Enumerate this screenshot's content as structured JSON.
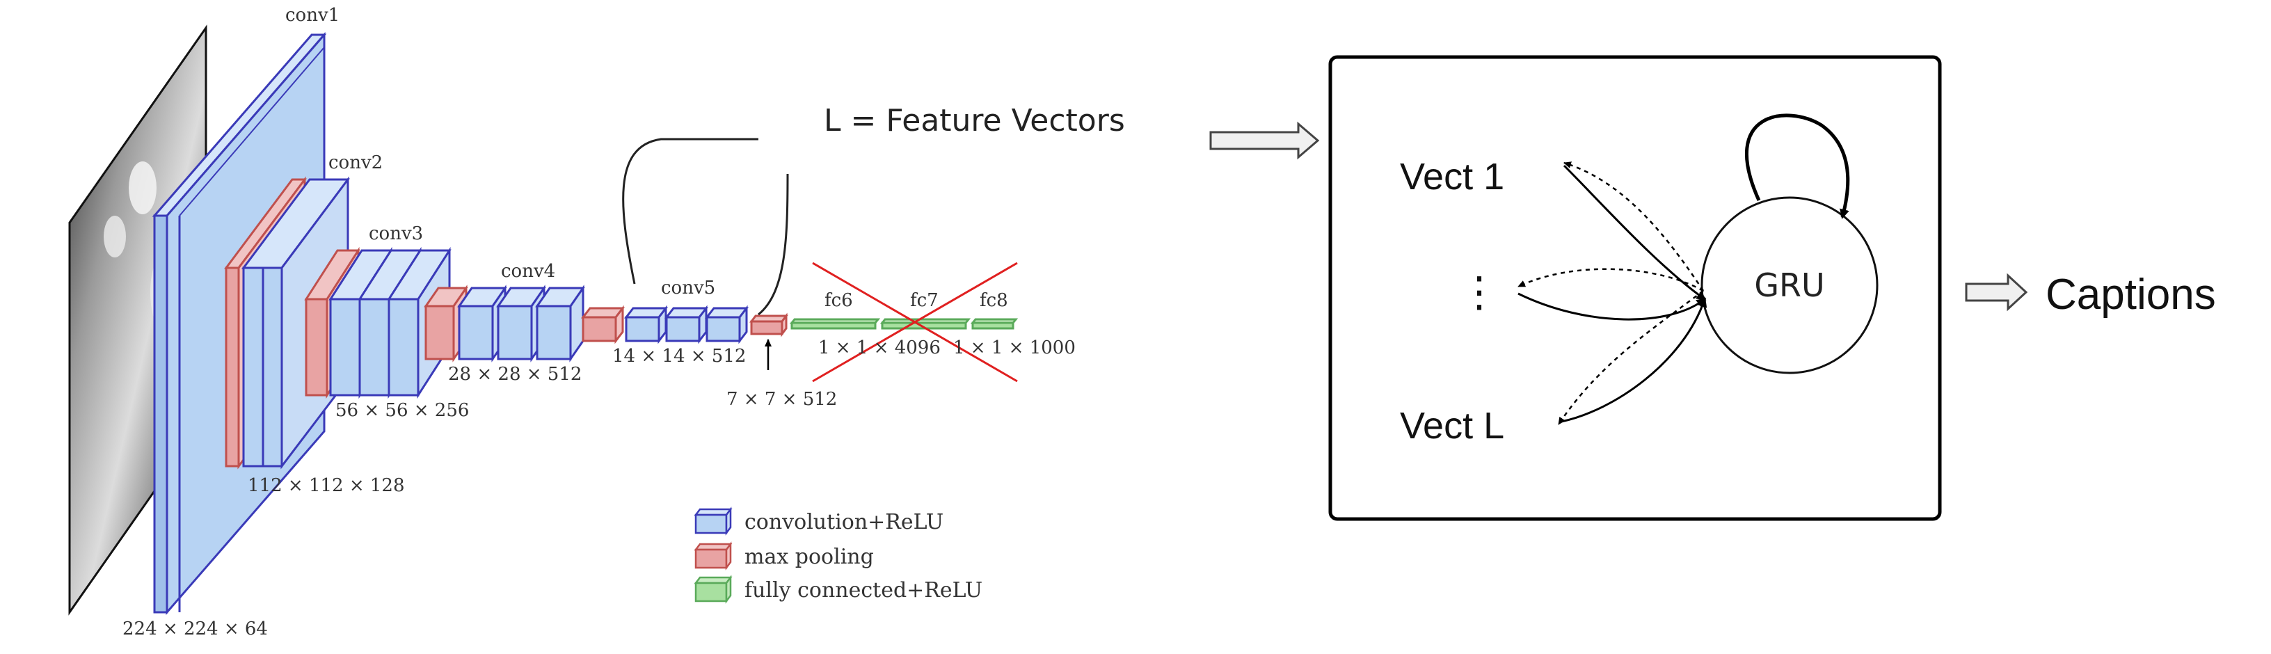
{
  "vgg": {
    "layer_labels": {
      "conv1": "conv1",
      "conv2": "conv2",
      "conv3": "conv3",
      "conv4": "conv4",
      "conv5": "conv5",
      "fc6": "fc6",
      "fc7": "fc7",
      "fc8": "fc8"
    },
    "dims": {
      "d224": "224 × 224 × 64",
      "d112": "112 × 112 × 128",
      "d56": "56 × 56 × 256",
      "d28": "28 × 28 × 512",
      "d14": "14 × 14 × 512",
      "d7": "7 × 7 × 512",
      "d4096": "1 × 1 × 4096",
      "d1000": "1 × 1 × 1000"
    },
    "legend": [
      {
        "label": "convolution+ReLU",
        "color": "#b7d3f3",
        "edge": "#3a3ab8"
      },
      {
        "label": "max pooling",
        "color": "#e8a3a3",
        "edge": "#c0504d"
      },
      {
        "label": "fully connected+ReLU",
        "color": "#a8e0a0",
        "edge": "#5aaa5a"
      }
    ],
    "crossed_out": true
  },
  "feature_label": "L = Feature Vectors",
  "gru_box": {
    "vect1": "Vect 1",
    "dots": "⋮",
    "vectL": "Vect L",
    "gru": "GRU"
  },
  "output_label": "Captions"
}
